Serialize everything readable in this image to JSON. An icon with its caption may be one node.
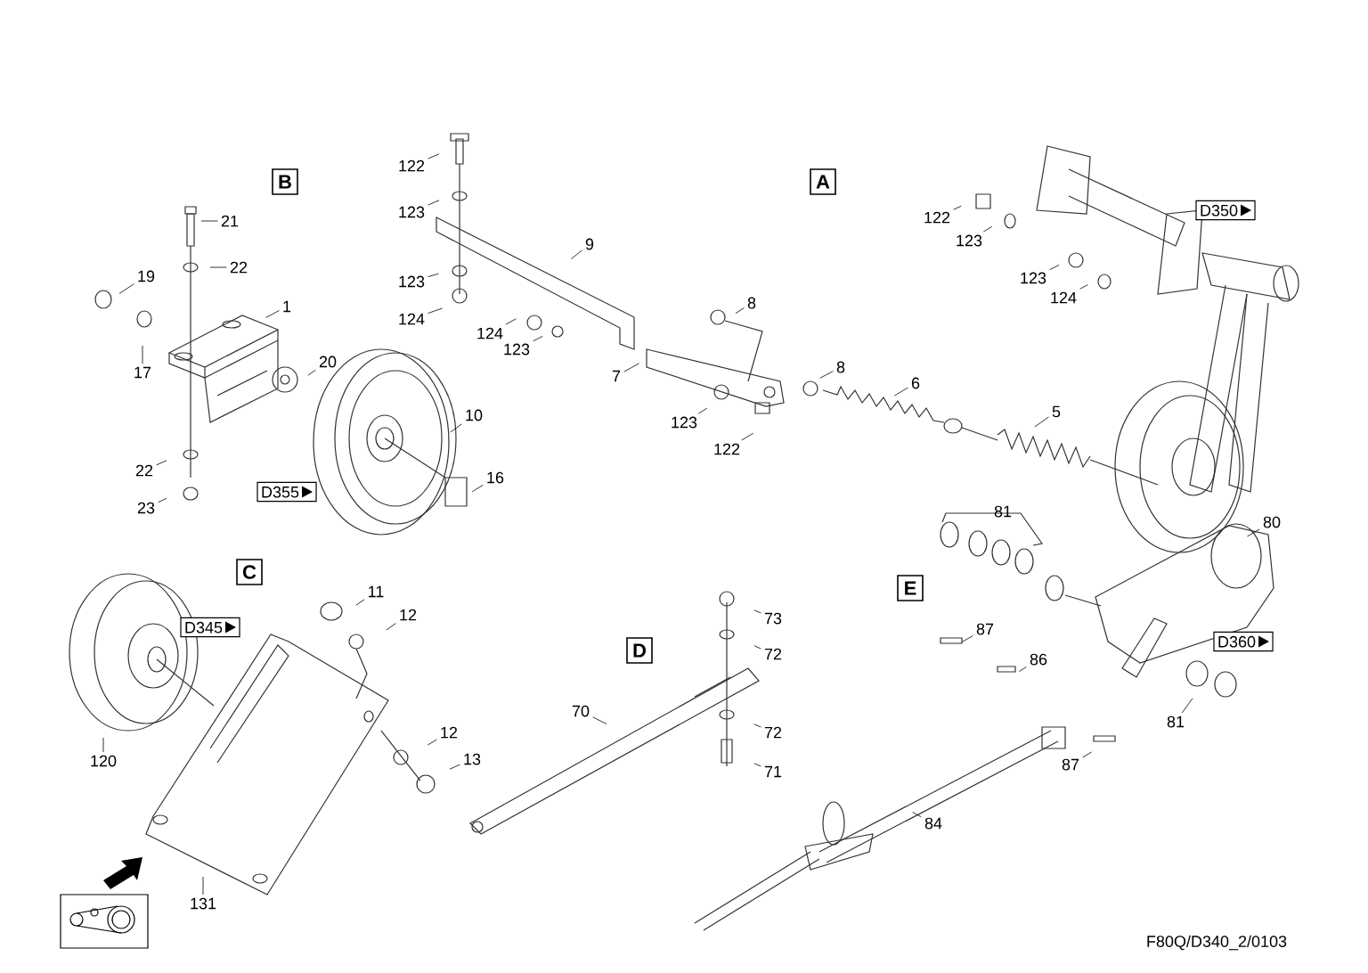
{
  "diagram": {
    "nodes": [
      {
        "text": [
          "21"
        ]
      },
      {
        "text": [
          "22"
        ]
      },
      {
        "text": [
          "19"
        ]
      },
      {
        "text": [
          "17"
        ]
      },
      {
        "text": [
          "1"
        ]
      },
      {
        "text": [
          "20"
        ]
      },
      {
        "text": [
          "10"
        ]
      },
      {
        "text": [
          "16"
        ]
      },
      {
        "text": [
          "22"
        ]
      },
      {
        "text": [
          "23"
        ]
      },
      {
        "text": [
          "122"
        ]
      },
      {
        "text": [
          "123"
        ]
      },
      {
        "text": [
          "9"
        ]
      },
      {
        "text": [
          "123"
        ]
      },
      {
        "text": [
          "124"
        ]
      },
      {
        "text": [
          "124"
        ]
      },
      {
        "text": [
          "123"
        ]
      },
      {
        "text": [
          "7"
        ]
      },
      {
        "text": [
          "8"
        ]
      },
      {
        "text": [
          "8"
        ]
      },
      {
        "text": [
          "123"
        ]
      },
      {
        "text": [
          "122"
        ]
      },
      {
        "text": [
          "6"
        ]
      },
      {
        "text": [
          "5"
        ]
      },
      {
        "text": [
          "122"
        ]
      },
      {
        "text": [
          "123"
        ]
      },
      {
        "text": [
          "123"
        ]
      },
      {
        "text": [
          "124"
        ]
      },
      {
        "text": [
          "81"
        ]
      },
      {
        "text": [
          "80"
        ]
      },
      {
        "text": [
          "87"
        ]
      },
      {
        "text": [
          "86"
        ]
      },
      {
        "text": [
          "81"
        ]
      },
      {
        "text": [
          "87"
        ]
      },
      {
        "text": [
          "84"
        ]
      },
      {
        "text": [
          "73"
        ]
      },
      {
        "text": [
          "72"
        ]
      },
      {
        "text": [
          "72"
        ]
      },
      {
        "text": [
          "71"
        ]
      },
      {
        "text": [
          "70"
        ]
      },
      {
        "text": [
          "11"
        ]
      },
      {
        "text": [
          "12"
        ]
      },
      {
        "text": [
          "12"
        ]
      },
      {
        "text": [
          "13"
        ]
      },
      {
        "text": [
          "120"
        ]
      },
      {
        "text": [
          "131"
        ]
      }
    ],
    "edges": [
      {
        "from": 0,
        "to": null,
        "arrow": "none"
      },
      {
        "from": 1,
        "to": null,
        "arrow": "none"
      },
      {
        "from": 2,
        "to": null,
        "arrow": "none"
      },
      {
        "from": 3,
        "to": null,
        "arrow": "none"
      },
      {
        "from": 4,
        "to": null,
        "arrow": "none"
      },
      {
        "from": 5,
        "to": null,
        "arrow": "none"
      },
      {
        "from": 6,
        "to": null,
        "arrow": "none"
      },
      {
        "from": 7,
        "to": null,
        "arrow": "none"
      },
      {
        "from": 8,
        "to": null,
        "arrow": "none"
      },
      {
        "from": 9,
        "to": null,
        "arrow": "none"
      },
      {
        "from": 10,
        "to": null,
        "arrow": "none"
      },
      {
        "from": 11,
        "to": null,
        "arrow": "none"
      },
      {
        "from": 12,
        "to": null,
        "arrow": "none"
      },
      {
        "from": 13,
        "to": null,
        "arrow": "none"
      },
      {
        "from": 14,
        "to": null,
        "arrow": "none"
      },
      {
        "from": 15,
        "to": null,
        "arrow": "none"
      },
      {
        "from": 16,
        "to": null,
        "arrow": "none"
      },
      {
        "from": 17,
        "to": null,
        "arrow": "none"
      },
      {
        "from": 18,
        "to": null,
        "arrow": "none"
      },
      {
        "from": 19,
        "to": null,
        "arrow": "none"
      },
      {
        "from": 20,
        "to": null,
        "arrow": "none"
      },
      {
        "from": 21,
        "to": null,
        "arrow": "none"
      },
      {
        "from": 22,
        "to": null,
        "arrow": "none"
      },
      {
        "from": 23,
        "to": null,
        "arrow": "none"
      },
      {
        "from": 24,
        "to": null,
        "arrow": "none"
      },
      {
        "from": 25,
        "to": null,
        "arrow": "none"
      },
      {
        "from": 26,
        "to": null,
        "arrow": "none"
      },
      {
        "from": 27,
        "to": null,
        "arrow": "none"
      },
      {
        "from": 29,
        "to": null,
        "arrow": "none"
      },
      {
        "from": 30,
        "to": null,
        "arrow": "none"
      },
      {
        "from": 31,
        "to": null,
        "arrow": "none"
      },
      {
        "from": 32,
        "to": null,
        "arrow": "none"
      },
      {
        "from": 33,
        "to": null,
        "arrow": "none"
      },
      {
        "from": 34,
        "to": null,
        "arrow": "none"
      },
      {
        "from": 35,
        "to": null,
        "arrow": "none"
      },
      {
        "from": 36,
        "to": null,
        "arrow": "none"
      },
      {
        "from": 37,
        "to": null,
        "arrow": "none"
      },
      {
        "from": 38,
        "to": null,
        "arrow": "none"
      },
      {
        "from": 39,
        "to": null,
        "arrow": "none"
      },
      {
        "from": 40,
        "to": null,
        "arrow": "none"
      },
      {
        "from": 41,
        "to": null,
        "arrow": "none"
      },
      {
        "from": 42,
        "to": null,
        "arrow": "none"
      },
      {
        "from": 43,
        "to": null,
        "arrow": "none"
      },
      {
        "from": 44,
        "to": null,
        "arrow": "none"
      },
      {
        "from": 45,
        "to": null,
        "arrow": "none"
      }
    ],
    "labels": [
      "B",
      "A",
      "C",
      "D",
      "E",
      "D350",
      "D355",
      "D345",
      "D360",
      "F80Q/D340_2/0103"
    ]
  }
}
